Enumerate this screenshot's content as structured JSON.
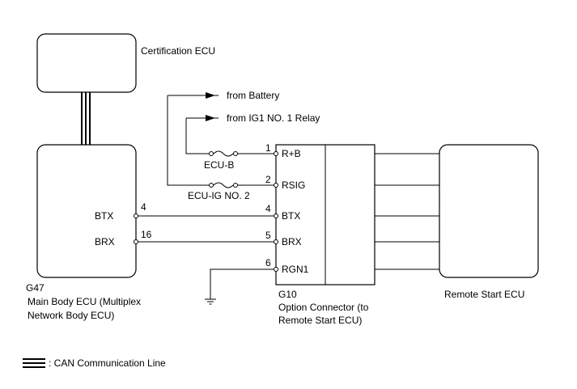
{
  "components": {
    "certification_ecu": "Certification ECU",
    "main_body_ecu": {
      "code": "G47",
      "name_line1": "Main Body ECU (Multiplex",
      "name_line2": "Network Body ECU)",
      "pins": [
        {
          "label": "BTX",
          "number": "4"
        },
        {
          "label": "BRX",
          "number": "16"
        }
      ]
    },
    "option_connector": {
      "code": "G10",
      "name_line1": "Option Connector (to",
      "name_line2": "Remote Start ECU)",
      "pins": [
        {
          "number": "1",
          "label": "R+B"
        },
        {
          "number": "2",
          "label": "RSIG"
        },
        {
          "number": "4",
          "label": "BTX"
        },
        {
          "number": "5",
          "label": "BRX"
        },
        {
          "number": "6",
          "label": "RGN1"
        }
      ]
    },
    "remote_start_ecu": "Remote Start ECU"
  },
  "sources": {
    "battery": "from Battery",
    "ig1_relay": "from IG1 NO. 1 Relay"
  },
  "fuses": {
    "ecu_b": "ECU-B",
    "ecu_ig": "ECU-IG NO. 2"
  },
  "legend": {
    "can_line": ": CAN Communication Line"
  },
  "colors": {
    "line": "#000000",
    "background": "#ffffff"
  }
}
